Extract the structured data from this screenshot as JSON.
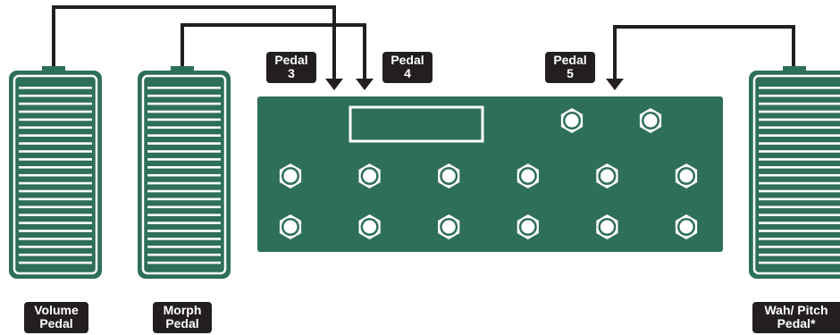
{
  "colors": {
    "pedal_green": "#2e6f58",
    "cable": "#231f20",
    "label_bg": "#231f20",
    "label_text": "#ffffff",
    "footswitch": "#ffffff"
  },
  "labels": {
    "pedal3": [
      "Pedal",
      "3"
    ],
    "pedal4": [
      "Pedal",
      "4"
    ],
    "pedal5": [
      "Pedal",
      "5"
    ],
    "volume": [
      "Volume",
      "Pedal"
    ],
    "morph": [
      "Morph",
      "Pedal"
    ],
    "wah": [
      "Wah/ Pitch",
      "Pedal*"
    ]
  },
  "footswitches": {
    "top_row": 2,
    "middle_row": 6,
    "bottom_row": 6
  }
}
